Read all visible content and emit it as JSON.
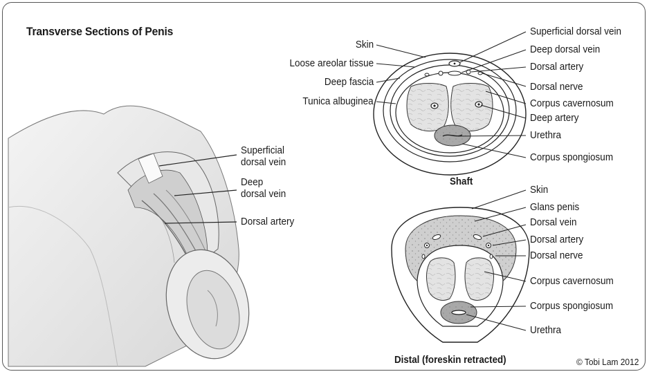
{
  "title": "Transverse Sections of Penis",
  "illustration_labels": {
    "superficial_dorsal_vein": [
      "Superficial",
      "dorsal vein"
    ],
    "deep_dorsal_vein": [
      "Deep",
      "dorsal vein"
    ],
    "dorsal_artery": "Dorsal artery"
  },
  "shaft": {
    "caption": "Shaft",
    "left_labels": {
      "skin": "Skin",
      "loose_areolar_tissue": "Loose areolar tissue",
      "deep_fascia": "Deep fascia",
      "tunica_albuginea": "Tunica albuginea"
    },
    "right_labels": {
      "superficial_dorsal_vein": "Superficial dorsal vein",
      "deep_dorsal_vein": "Deep dorsal vein",
      "dorsal_artery": "Dorsal artery",
      "dorsal_nerve": "Dorsal nerve",
      "corpus_cavernosum": "Corpus cavernosum",
      "deep_artery": "Deep artery",
      "urethra": "Urethra",
      "corpus_spongiosum": "Corpus spongiosum"
    }
  },
  "distal": {
    "caption": "Distal (foreskin retracted)",
    "labels": {
      "skin": "Skin",
      "glans_penis": "Glans penis",
      "dorsal_vein": "Dorsal vein",
      "dorsal_artery": "Dorsal artery",
      "dorsal_nerve": "Dorsal nerve",
      "corpus_cavernosum": "Corpus cavernosum",
      "corpus_spongiosum": "Corpus spongiosum",
      "urethra": "Urethra"
    }
  },
  "credit": "© Tobi Lam 2012",
  "colors": {
    "tissue_gray": "#d9d9d9",
    "spongiosum_gray": "#a8a8a8",
    "line": "#222222"
  }
}
